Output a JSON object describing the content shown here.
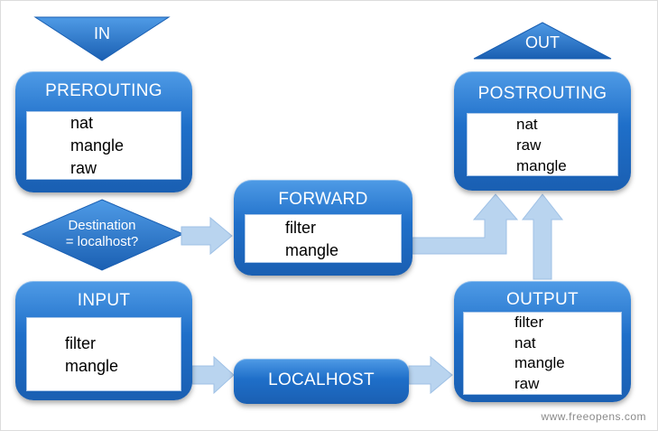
{
  "in_label": "IN",
  "out_label": "OUT",
  "decision": {
    "line1": "Destination",
    "line2": "= localhost?"
  },
  "chains": {
    "prerouting": {
      "title": "PREROUTING",
      "tables": [
        "nat",
        "mangle",
        "raw"
      ]
    },
    "forward": {
      "title": "FORWARD",
      "tables": [
        "filter",
        "mangle"
      ]
    },
    "postrouting": {
      "title": "POSTROUTING",
      "tables": [
        "nat",
        "raw",
        "mangle"
      ]
    },
    "input": {
      "title": "INPUT",
      "tables": [
        "filter",
        "mangle"
      ]
    },
    "localhost": {
      "title": "LOCALHOST"
    },
    "output": {
      "title": "OUTPUT",
      "tables": [
        "filter",
        "nat",
        "mangle",
        "raw"
      ]
    }
  },
  "watermark": "www.freeopens.com",
  "colors": {
    "chain_blue": "#1f6fc9",
    "arrow_light": "#b9d4ef",
    "text_white": "#ffffff"
  }
}
